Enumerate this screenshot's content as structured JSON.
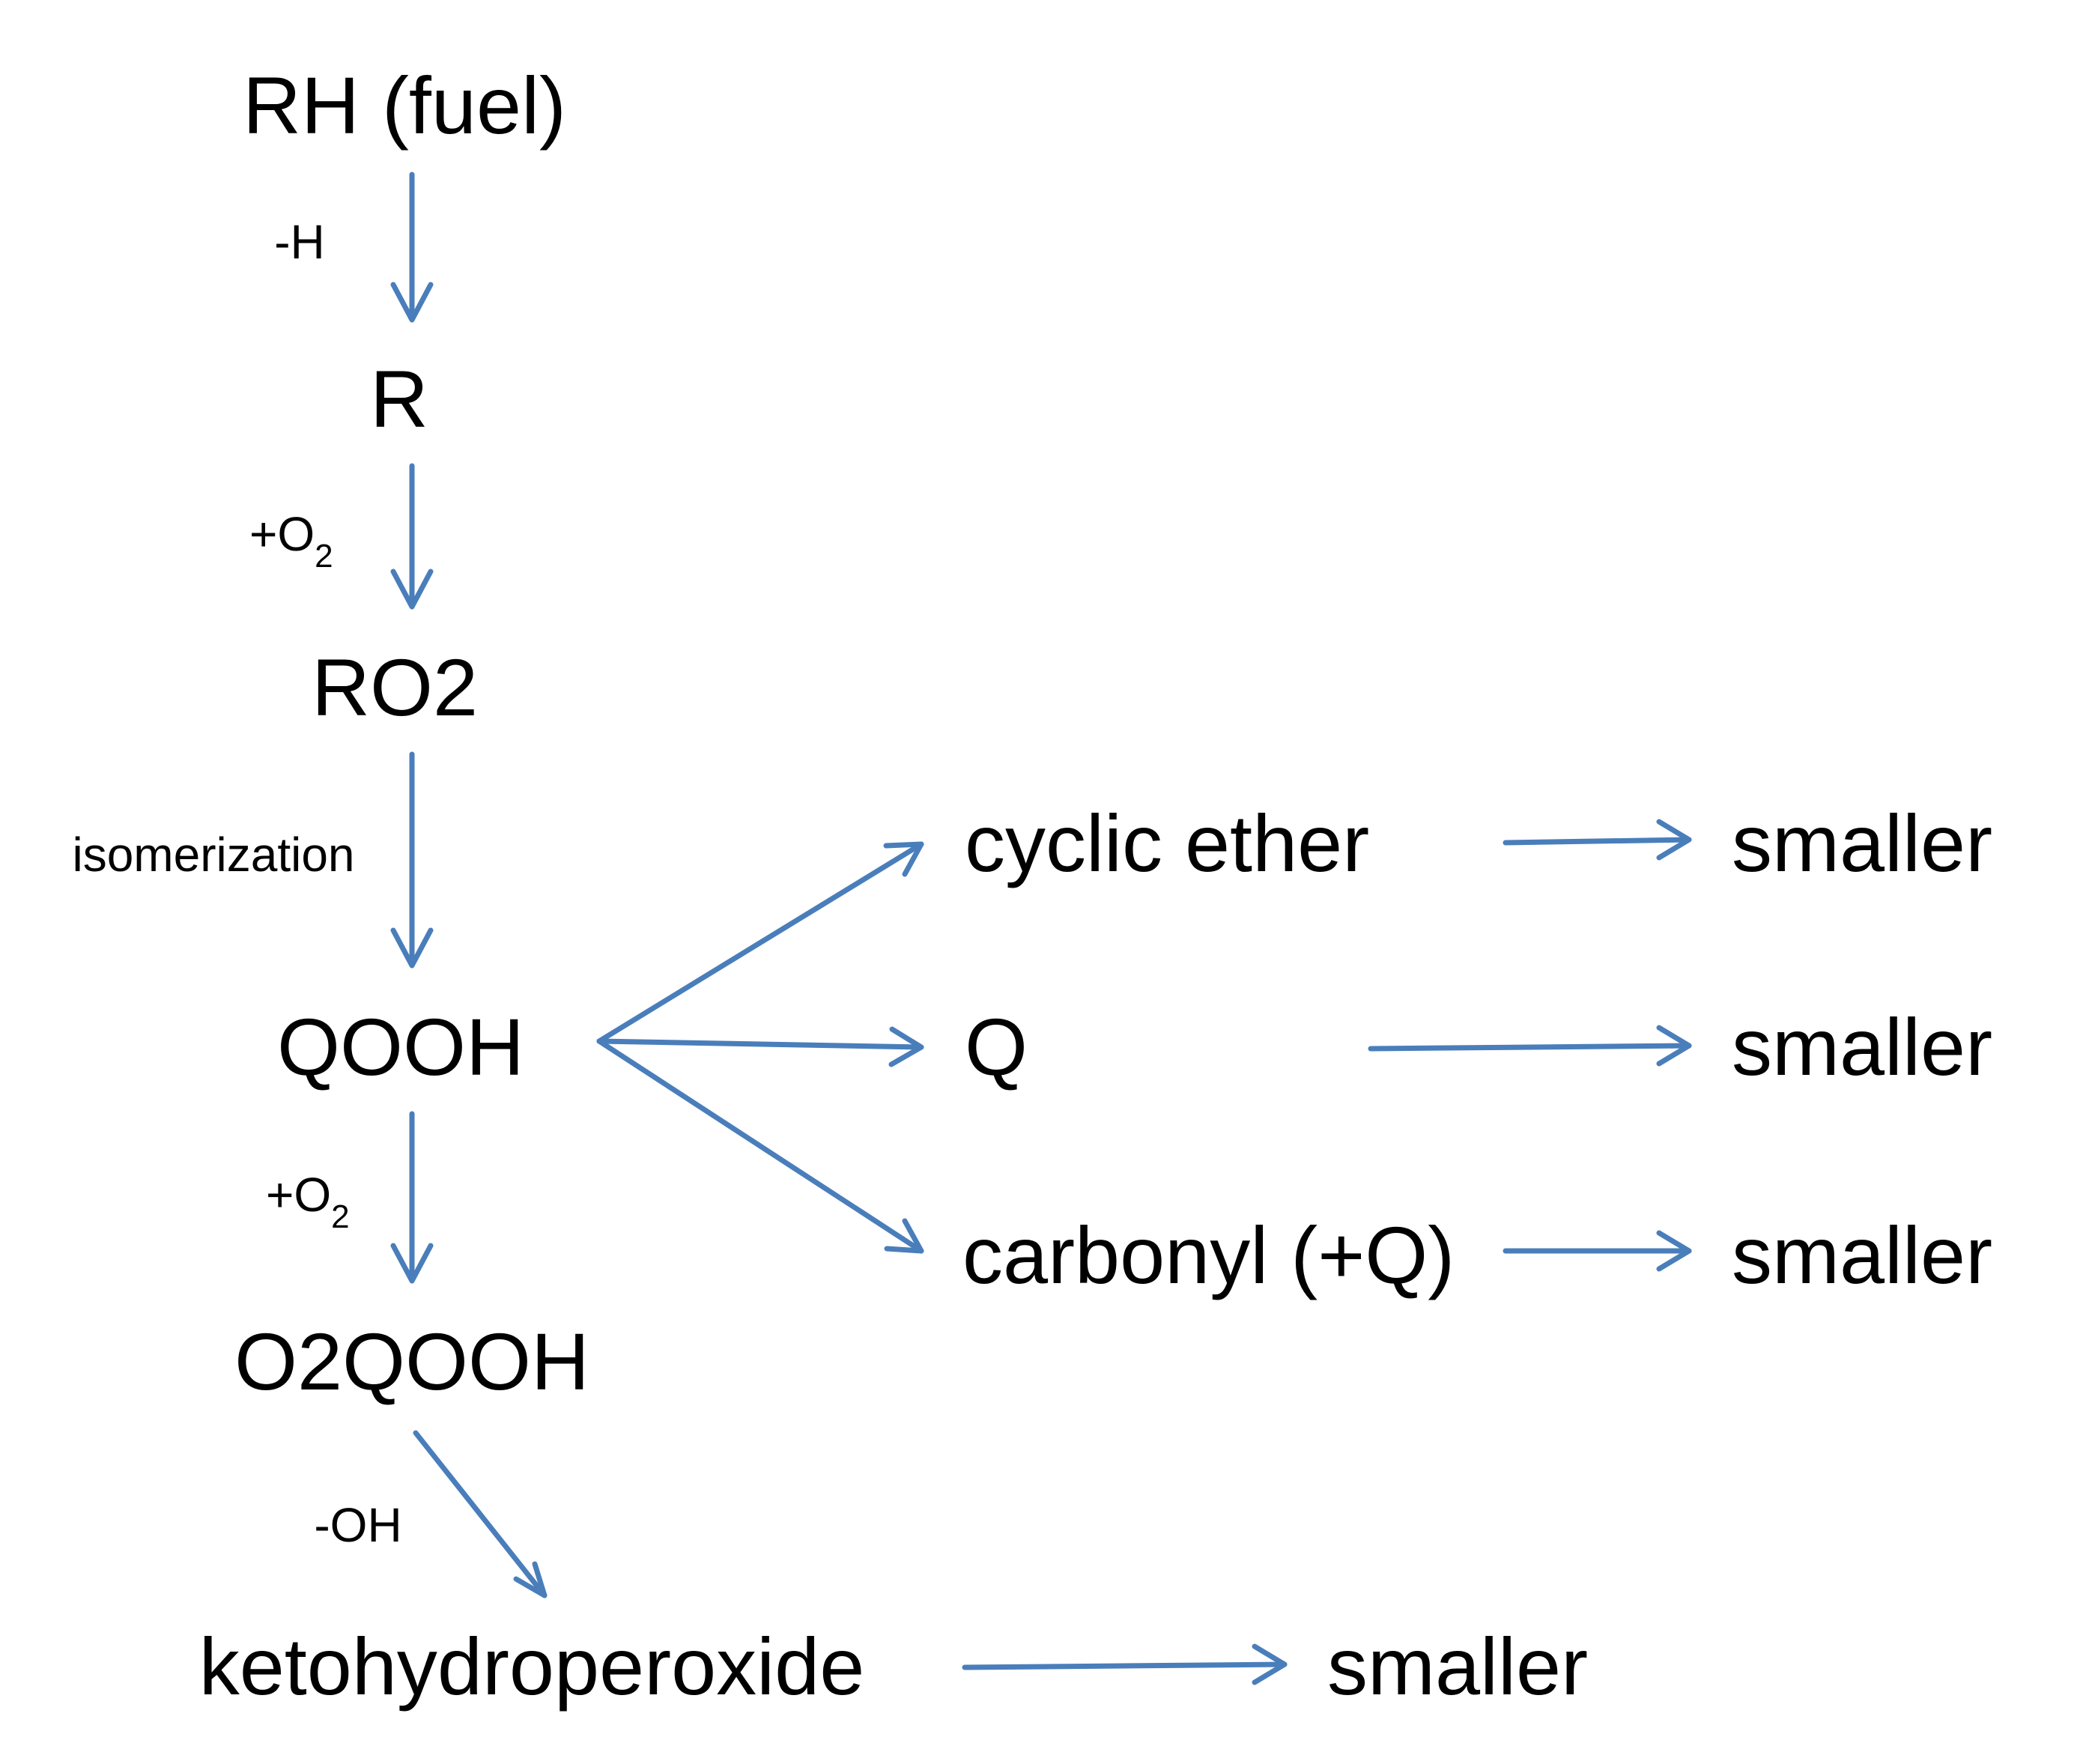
{
  "colors": {
    "arrow": "#4a7ebb",
    "text": "#000000",
    "background": "#ffffff"
  },
  "species": {
    "rh": "RH (fuel)",
    "r": "R",
    "ro2": "RO2",
    "qooh": "QOOH",
    "o2qooh": "O2QOOH",
    "ketohydroperoxide": "ketohydroperoxide",
    "cyclic_ether": "cyclic ether",
    "q": "Q",
    "carbonyl": "carbonyl (+Q)"
  },
  "products": {
    "cyclic_ether": "smaller",
    "q": "smaller",
    "carbonyl": "smaller",
    "ketohydroperoxide": "smaller"
  },
  "steps": {
    "h_abstraction": "-H",
    "o2_addition_1": {
      "main": "+O",
      "sub": "2"
    },
    "isomerization": "isomerization",
    "o2_addition_2": {
      "main": "+O",
      "sub": "2"
    },
    "oh_loss": "-OH"
  }
}
